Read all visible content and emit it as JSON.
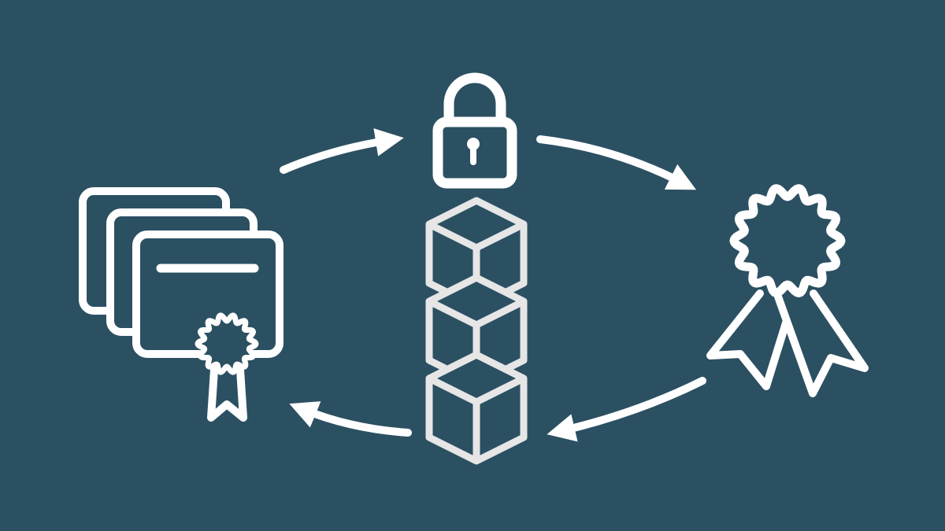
{
  "background_color": "#2b5062",
  "icon_color": "#ffffff",
  "block_color": "#e6e6e6",
  "nodes": [
    {
      "id": "certificates",
      "icon": "certificate-stack-icon"
    },
    {
      "id": "lock",
      "icon": "padlock-icon"
    },
    {
      "id": "blockchain",
      "icon": "blockchain-blocks-icon",
      "blocks": 3
    },
    {
      "id": "award",
      "icon": "award-rosette-icon"
    }
  ],
  "flows": [
    {
      "from": "certificates",
      "to": "lock"
    },
    {
      "from": "lock",
      "to": "award"
    },
    {
      "from": "award",
      "to": "blockchain"
    },
    {
      "from": "blockchain",
      "to": "certificates"
    }
  ]
}
